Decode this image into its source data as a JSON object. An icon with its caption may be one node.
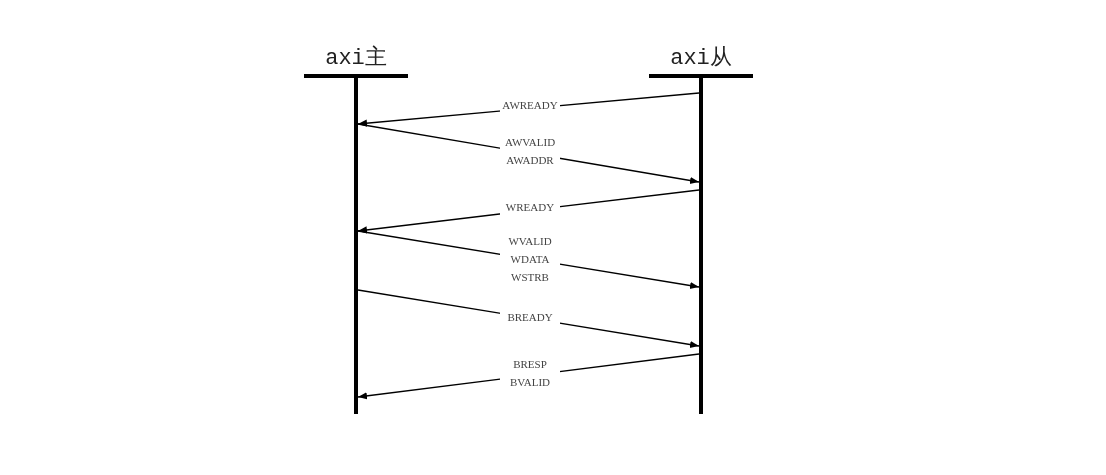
{
  "diagram": {
    "nodes": [
      {
        "text": [
          "axi主"
        ]
      },
      {
        "text": [
          "axi从"
        ]
      }
    ],
    "edges": [
      {
        "from": 1,
        "to": 0,
        "arrow": "to",
        "label": "AWREADY"
      },
      {
        "from": 0,
        "to": 1,
        "arrow": "to",
        "label": "AWVALID AWADDR"
      },
      {
        "from": 1,
        "to": 0,
        "arrow": "to",
        "label": "WREADY"
      },
      {
        "from": 0,
        "to": 1,
        "arrow": "to",
        "label": "WVALID WDATA WSTRB"
      },
      {
        "from": 0,
        "to": 1,
        "arrow": "to",
        "label": "BREADY"
      },
      {
        "from": 1,
        "to": 0,
        "arrow": "to",
        "label": "BRESP BVALID"
      }
    ]
  }
}
